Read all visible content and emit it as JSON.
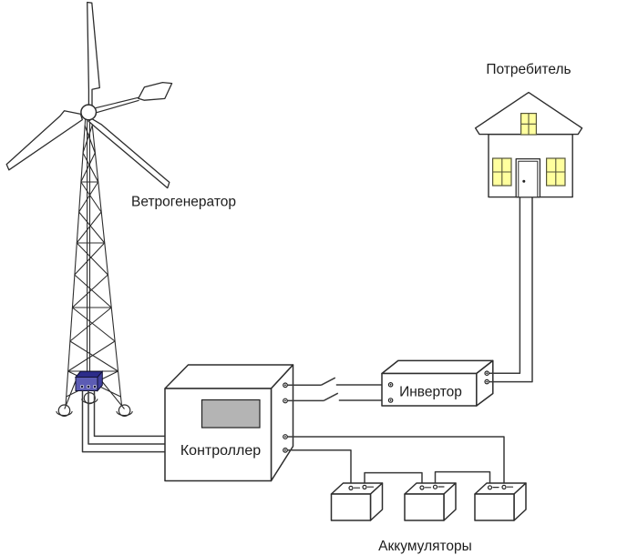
{
  "diagram": {
    "title_hint": "wind generator power system wiring diagram",
    "nodes": [
      {
        "id": "wind-generator",
        "label": "Ветрогенератор"
      },
      {
        "id": "controller",
        "label": "Контроллер"
      },
      {
        "id": "inverter",
        "label": "Инвертор"
      },
      {
        "id": "batteries",
        "label": "Аккумуляторы",
        "count": 3
      },
      {
        "id": "consumer",
        "label": "Потребитель"
      }
    ],
    "connections": [
      {
        "from": "wind-generator",
        "to": "controller",
        "wires": 3
      },
      {
        "from": "controller",
        "to": "inverter",
        "wires": 2,
        "via": "knife-switches"
      },
      {
        "from": "controller",
        "to": "batteries",
        "wires": 2
      },
      {
        "from": "batteries",
        "to": "batteries",
        "note": "series links between battery posts"
      },
      {
        "from": "inverter",
        "to": "consumer",
        "wires": 2
      }
    ]
  },
  "colors": {
    "junction_front": "#5c5cb4",
    "junction_top": "#2c2c8a",
    "junction_side": "#40409e",
    "screen": "#b4b4b4",
    "window": "#ffff9e",
    "line": "#2d2d2d",
    "text": "#1c1c1c"
  }
}
